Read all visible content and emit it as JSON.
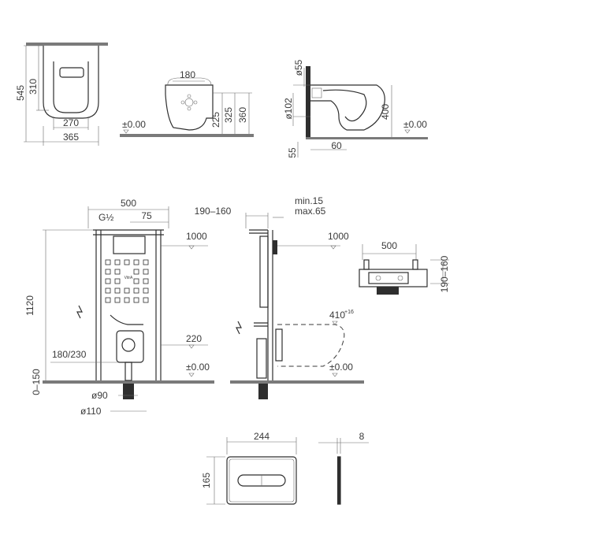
{
  "views": {
    "front_bowl": {
      "total_height": "545",
      "upper_height": "310",
      "inner_width": "270",
      "total_width": "365"
    },
    "side_bowl": {
      "width": "180",
      "height_225": "225",
      "height_325": "325",
      "height_360": "360",
      "level": "±0.00"
    },
    "section_bowl": {
      "dia_55": "ø55",
      "dia_102": "ø102",
      "height_400": "400",
      "offset_60": "60",
      "offset_55": "55",
      "level": "±0.00"
    },
    "frame_front": {
      "width": "500",
      "inlet": "G½",
      "offset_75": "75",
      "height_1120": "1120",
      "level_1000": "1000",
      "level_220": "220",
      "spacing": "180/230",
      "range": "0–150",
      "level": "±0.00",
      "dia_90": "ø90",
      "dia_110": "ø110",
      "brand": "VitrA"
    },
    "frame_side": {
      "depth_range": "190–160",
      "min": "min.15",
      "max": "max.65",
      "level_1000": "1000",
      "level_410": "410",
      "level_410_sup": "+16",
      "level": "±0.00"
    },
    "frame_top": {
      "width": "500",
      "depth_range": "190–160"
    },
    "flush_plate": {
      "width": "244",
      "height": "165",
      "depth": "8"
    }
  }
}
